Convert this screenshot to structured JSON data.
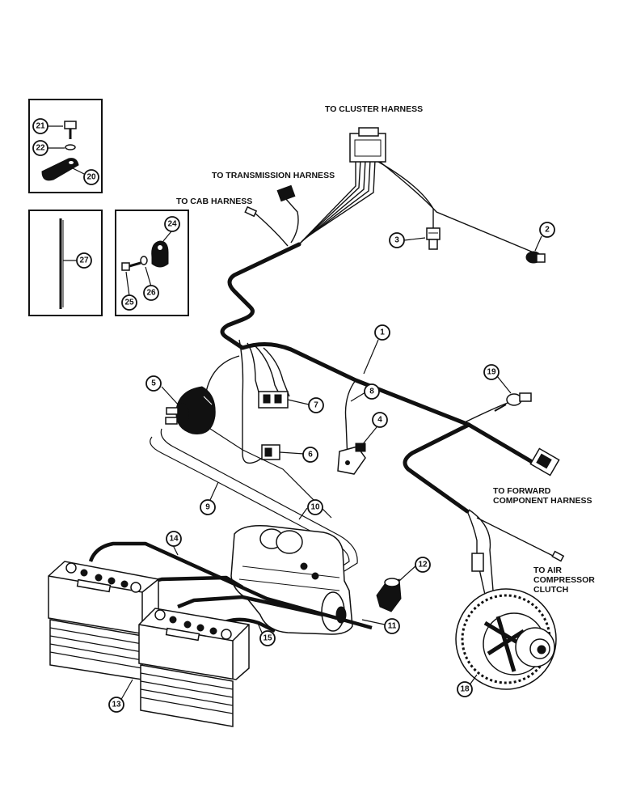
{
  "labels": {
    "cluster": "TO CLUSTER HARNESS",
    "transmission": "TO TRANSMISSION HARNESS",
    "cab": "TO CAB HARNESS",
    "forward_line1": "TO FORWARD",
    "forward_line2": "COMPONENT HARNESS",
    "air_line1": "TO AIR",
    "air_line2": "COMPRESSOR",
    "air_line3": "CLUTCH"
  },
  "callouts": {
    "c1": "1",
    "c2": "2",
    "c3": "3",
    "c4": "4",
    "c5": "5",
    "c6": "6",
    "c7": "7",
    "c8": "8",
    "c9": "9",
    "c10": "10",
    "c11": "11",
    "c12": "12",
    "c13": "13",
    "c14": "14",
    "c15": "15",
    "c18": "18",
    "c19": "19",
    "c20": "20",
    "c21": "21",
    "c22": "22",
    "c24": "24",
    "c25": "25",
    "c26": "26",
    "c27": "27"
  }
}
